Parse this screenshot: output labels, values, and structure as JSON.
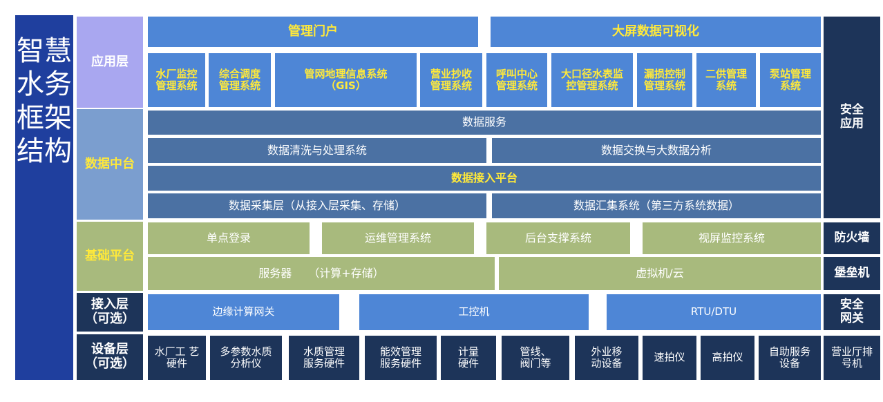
{
  "title": "智慧水务框架结构",
  "layers": {
    "app": "应用层",
    "data": "数据中台",
    "base": "基础平台",
    "access": "接入层\n（可选）",
    "device": "设备层\n（可选）"
  },
  "app_headers": [
    "管理门户",
    "大屏数据可视化"
  ],
  "app_systems": [
    "水厂监控\n管理系统",
    "综合调度\n管理系统",
    "管网地理信息系统\n（GIS）",
    "营业抄收\n管理系统",
    "呼叫中心\n管理系统",
    "大口径水表监\n控管理系统",
    "漏损控制\n管理系统",
    "二供管理\n系统",
    "泵站管理\n系统"
  ],
  "data_platform": {
    "service": "数据服务",
    "clean": "数据清洗与处理系统",
    "exchange": "数据交换与大数据分析",
    "ingest": "数据接入平台",
    "collect": "数据采集层（从接入层采集、存储）",
    "aggregate": "数据汇集系统（第三方系统数据）"
  },
  "base_platform": {
    "row1": [
      "单点登录",
      "运维管理系统",
      "后台支撑系统",
      "视屏监控系统"
    ],
    "server": "服务器　　（计算+存储）",
    "vm": "虚拟机/云"
  },
  "access": [
    "边缘计算网关",
    "工控机",
    "RTU/DTU"
  ],
  "devices": [
    "水厂工 艺\n硬件",
    "多参数水质\n分析仪",
    "水质管理\n服务硬件",
    "能效管理\n服务硬件",
    "计量\n硬件",
    "管线、\n阀门等",
    "外业移\n动设备",
    "速拍仪",
    "高拍仪",
    "自助服务\n设备",
    "营业厅排\n号机"
  ],
  "security": [
    "安全\n应用",
    "防火墙",
    "堡垒机",
    "安全\n网关"
  ],
  "colors": {
    "title_bg": "#1f3f9e",
    "app_layer": "#a9a7f0",
    "app_box": "#4e86d6",
    "data_layer": "#7b9ecf",
    "data_box": "#4b71a3",
    "base_layer": "#a8ba7d",
    "dark_navy": "#1d3459",
    "highlight_text": "#ffe93a"
  }
}
